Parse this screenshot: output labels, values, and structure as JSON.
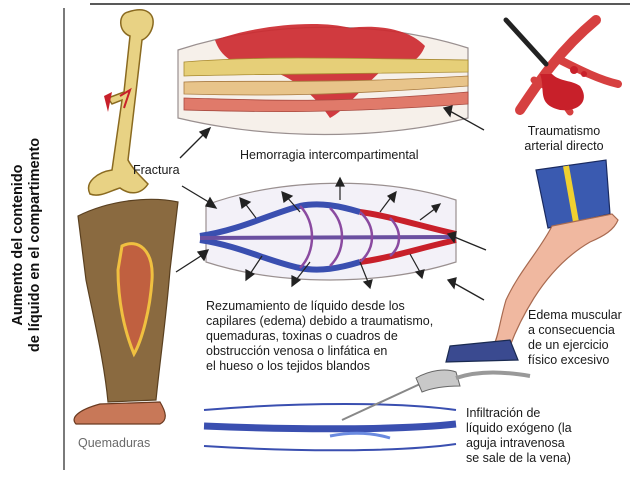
{
  "vertical_title": {
    "line1": "Aumento del contenido",
    "line2": "de líquido en el compartimento"
  },
  "labels": {
    "fractura": "Fractura",
    "hemorragia": "Hemorragia intercompartimental",
    "traumatismo_line1": "Traumatismo",
    "traumatismo_line2": "arterial directo",
    "rezumamiento": [
      "Rezumamiento de líquido desde los",
      "capilares (edema) debido a traumatismo,",
      "quemaduras, toxinas o cuadros de",
      "obstrucción venosa o linfática en",
      "el hueso o los tejidos blandos"
    ],
    "edema": [
      "Edema muscular",
      "a consecuencia",
      "de un ejercicio",
      "físico excesivo"
    ],
    "quemaduras": "Quemaduras",
    "infiltracion": [
      "Infiltración de",
      "líquido exógeno (la",
      "aguja intravenosa",
      "se sale de la vena)"
    ]
  },
  "colors": {
    "blood": "#c8202a",
    "vein": "#3a4fb0",
    "bone": "#e6cf78",
    "label_gray": "#6a6a6a"
  }
}
